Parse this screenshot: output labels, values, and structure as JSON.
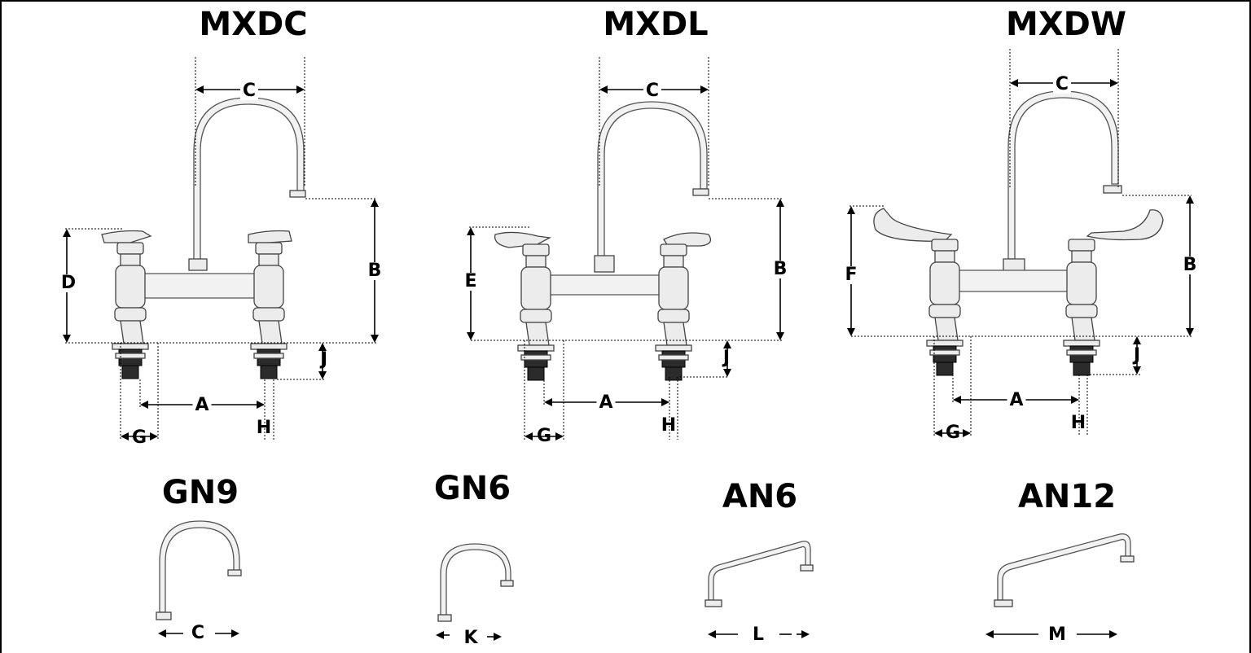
{
  "faucets": [
    {
      "model": "MXDC",
      "dims": {
        "spout_reach": "C",
        "height_left": "D",
        "height_right": "B",
        "spacing": "A",
        "shank_left": "G",
        "shank_right": "H",
        "thread": "J"
      }
    },
    {
      "model": "MXDL",
      "dims": {
        "spout_reach": "C",
        "height_left": "E",
        "height_right": "B",
        "spacing": "A",
        "shank_left": "G",
        "shank_right": "H",
        "thread": "J"
      }
    },
    {
      "model": "MXDW",
      "dims": {
        "spout_reach": "C",
        "height_left": "F",
        "height_right": "B",
        "spacing": "A",
        "shank_left": "G",
        "shank_right": "H",
        "thread": "J"
      }
    }
  ],
  "spouts": [
    {
      "model": "GN9",
      "dim": "C"
    },
    {
      "model": "GN6",
      "dim": "K"
    },
    {
      "model": "AN6",
      "dim": "L"
    },
    {
      "model": "AN12",
      "dim": "M"
    }
  ]
}
